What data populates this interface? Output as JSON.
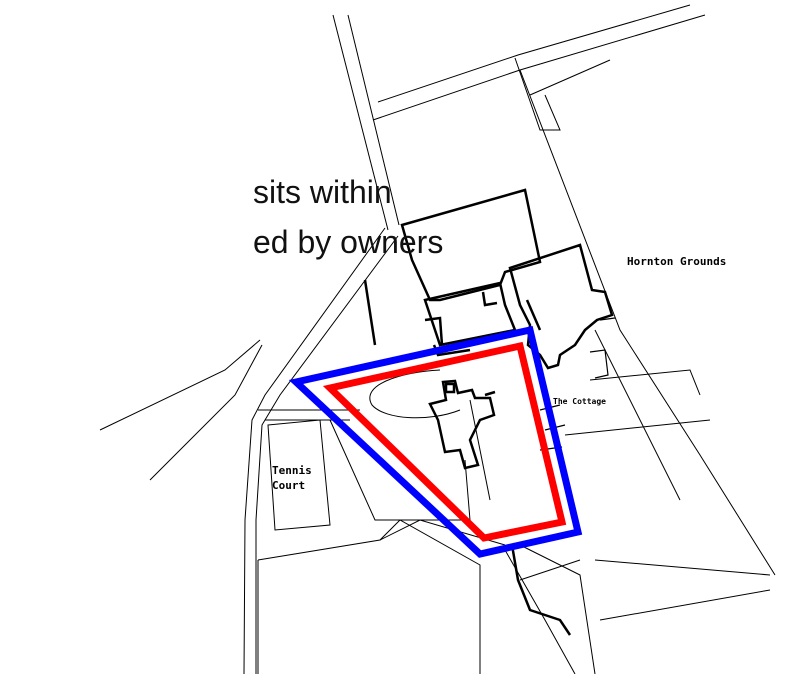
{
  "overlay_text": {
    "line1": "sits within",
    "line2": "ed by owners"
  },
  "labels": {
    "hornton_grounds": "Hornton Grounds",
    "the_cottage": "The Cottage",
    "tennis_line1": "Tennis",
    "tennis_line2": "Court"
  },
  "colors": {
    "red_boundary": "#ff0000",
    "blue_boundary": "#0000ff",
    "line": "#000000",
    "background": "#ffffff"
  }
}
